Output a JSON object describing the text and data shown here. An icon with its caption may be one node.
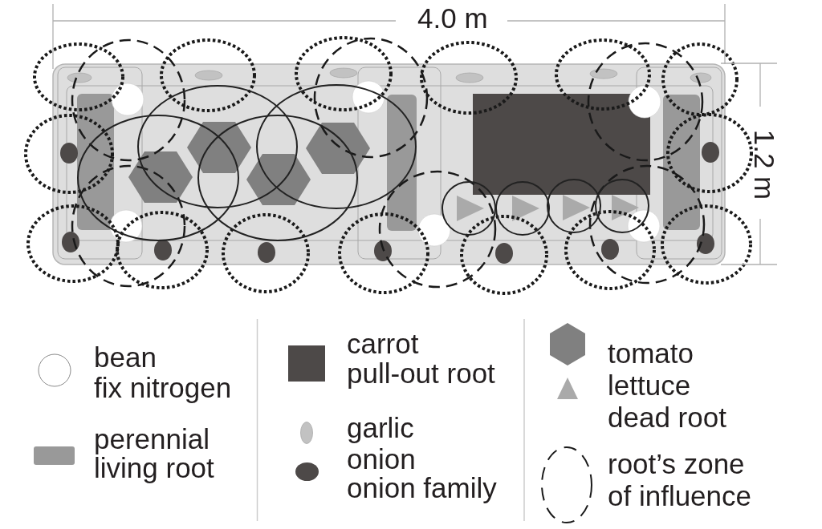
{
  "diagram": {
    "labels": [
      "4.0 m",
      "1.2 m"
    ],
    "legend": [
      {
        "text": "bean"
      },
      {
        "text": "fix nitrogen"
      },
      {
        "text": "perennial"
      },
      {
        "text": "living root"
      },
      {
        "text": "carrot"
      },
      {
        "text": "pull-out root"
      },
      {
        "text": "garlic"
      },
      {
        "text": "onion"
      },
      {
        "text": "onion family"
      },
      {
        "text": "tomato"
      },
      {
        "text": "lettuce"
      },
      {
        "text": "dead root"
      },
      {
        "text": "root’s zone of influence"
      }
    ]
  }
}
